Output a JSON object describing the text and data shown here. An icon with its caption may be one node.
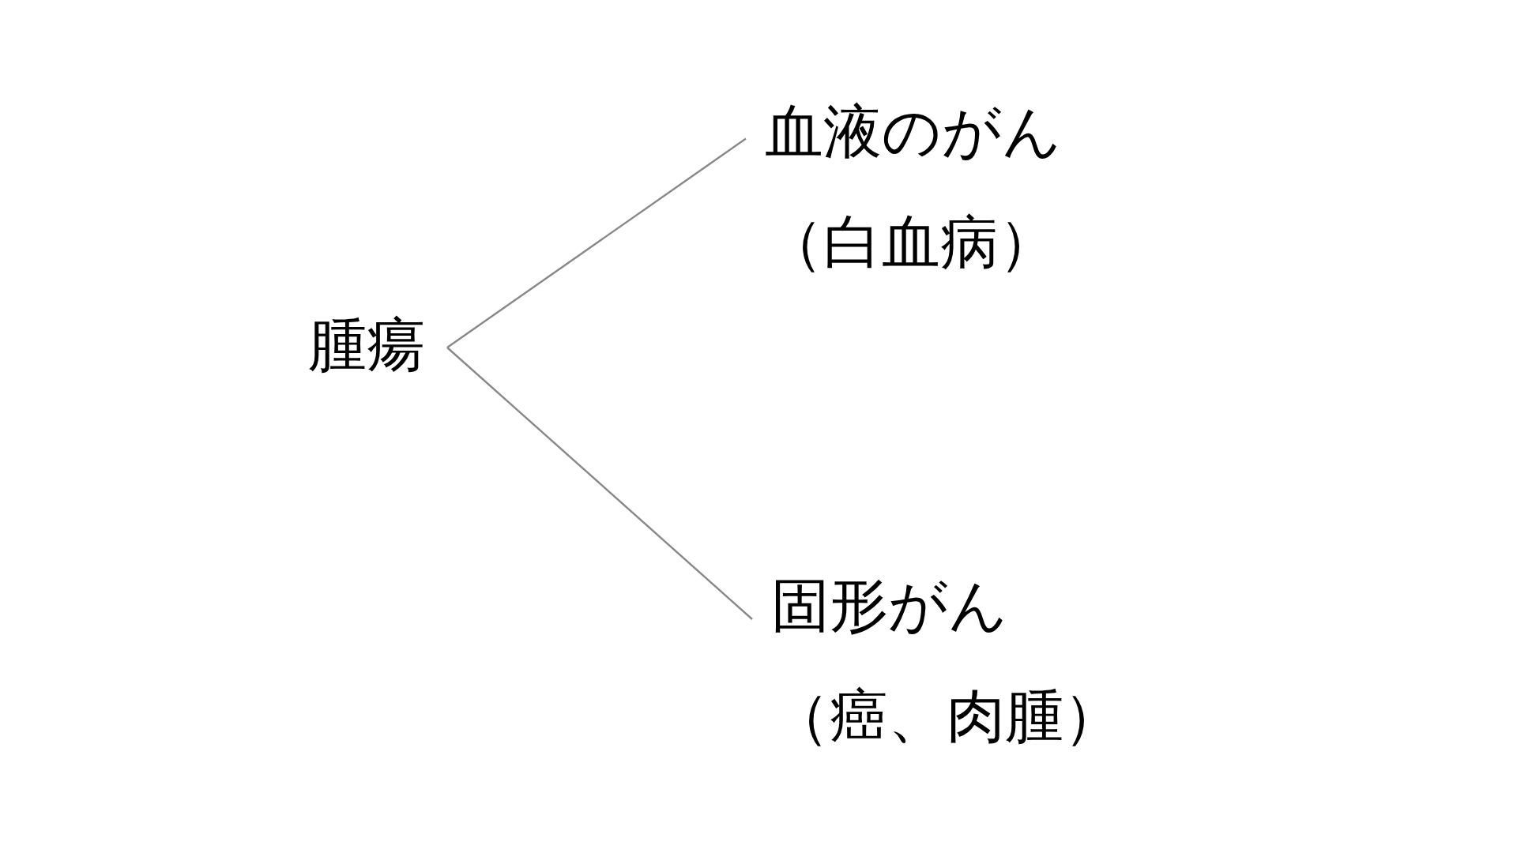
{
  "diagram": {
    "nodes": [
      {
        "text": [
          "腫瘍"
        ]
      },
      {
        "text": [
          "血液のがん",
          "（白血病）"
        ]
      },
      {
        "text": [
          "固形がん",
          "（癌、肉腫）"
        ]
      }
    ],
    "edges": [
      {
        "from": 0,
        "to": 1,
        "arrow": "none"
      },
      {
        "from": 0,
        "to": 2,
        "arrow": "none"
      }
    ]
  }
}
